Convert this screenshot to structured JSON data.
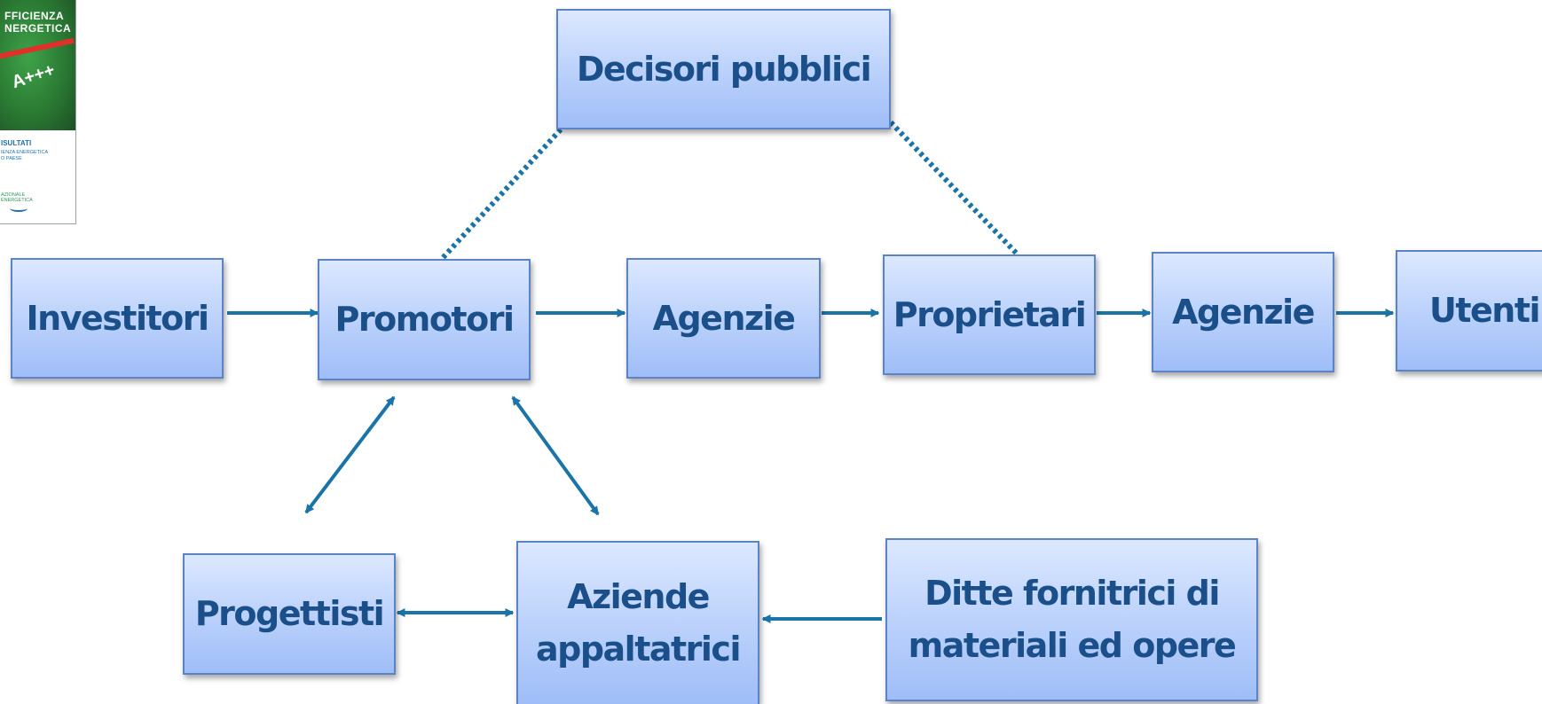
{
  "cover": {
    "title": "FFICIENZA\nNERGETICA",
    "class_label": "A+++",
    "subtitle": "ISULTATI",
    "subtitle_small": "IENZA ENERGETICA\nO PAESE",
    "logo_text": "AZIONALE\nENERGETICA"
  },
  "nodes": {
    "decisori": "Decisori pubblici",
    "investitori": "Investitori",
    "promotori": "Promotori",
    "agenzie_1": "Agenzie",
    "proprietari": "Proprietari",
    "agenzie_2": "Agenzie",
    "utenti": "Utenti",
    "progettisti": "Progettisti",
    "aziende": "Aziende\nappaltatrici",
    "ditte": "Ditte fornitrici di\nmateriali ed opere"
  },
  "colors": {
    "arrow": "#1b74a8",
    "box_text": "#1a4f8a",
    "box_border": "#5b84c6"
  }
}
